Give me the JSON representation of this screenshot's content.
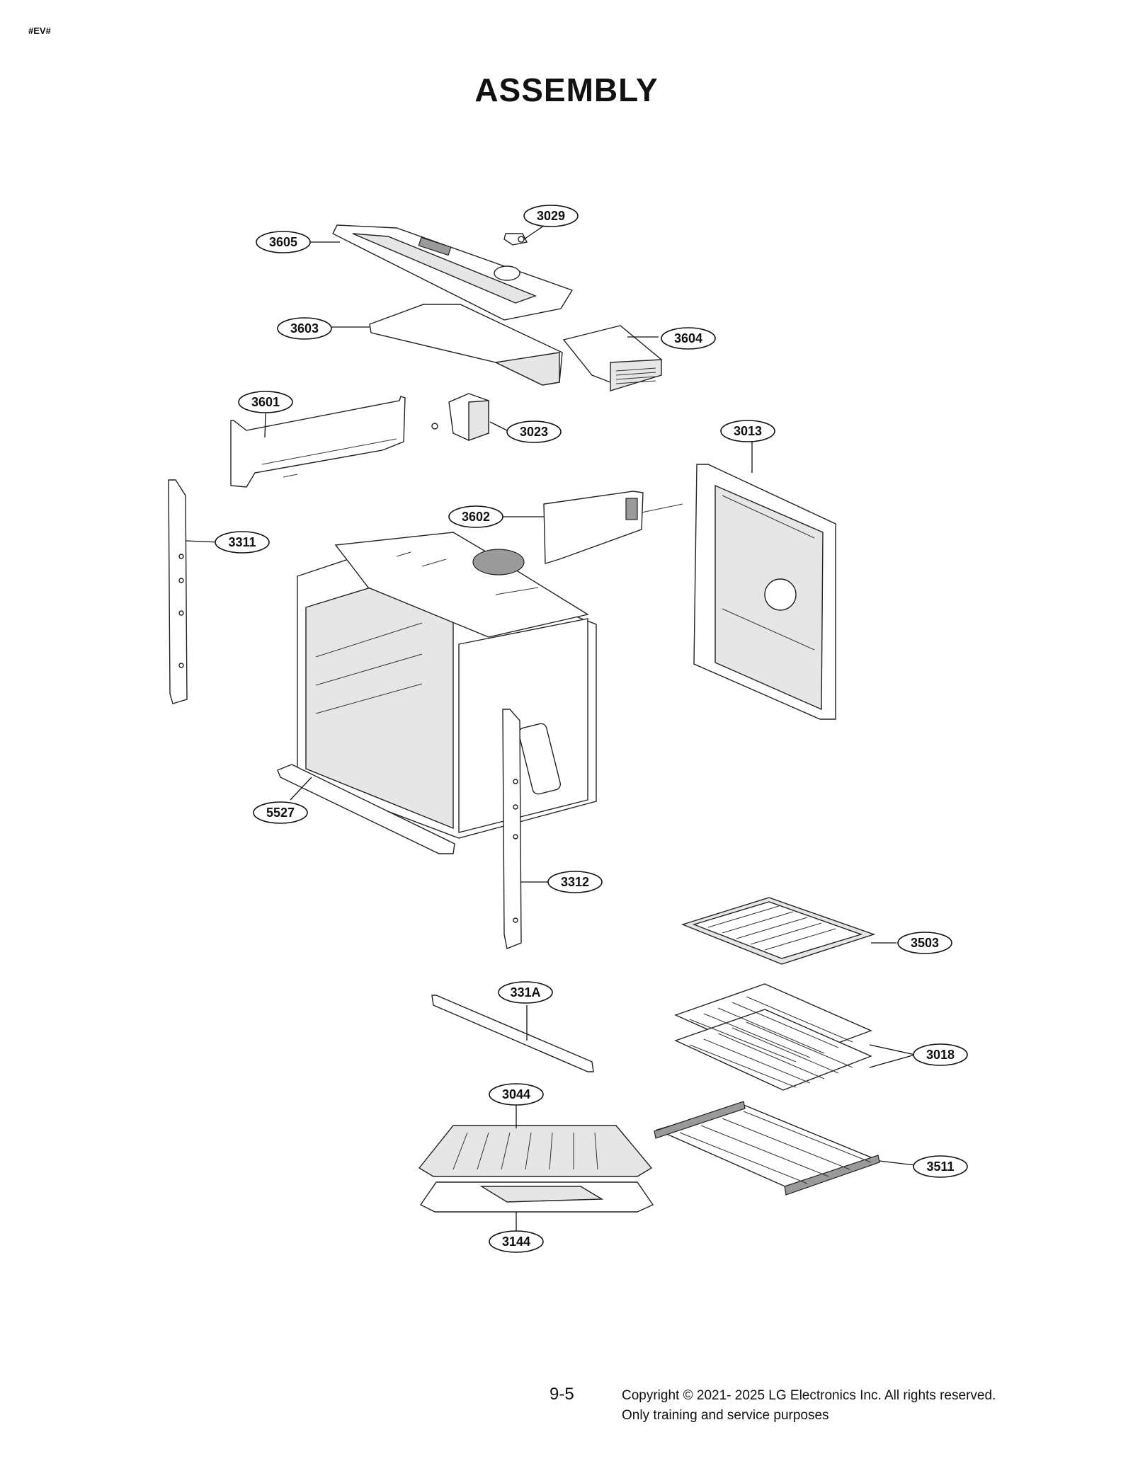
{
  "corner_mark": "#EV#",
  "title": "ASSEMBLY",
  "callouts": {
    "c3605": "3605",
    "c3029": "3029",
    "c3603": "3603",
    "c3604": "3604",
    "c3601": "3601",
    "c3023": "3023",
    "c3013": "3013",
    "c3602": "3602",
    "c3311": "3311",
    "c5527": "5527",
    "c3312": "3312",
    "c3503": "3503",
    "c331A": "331A",
    "c3018": "3018",
    "c3044": "3044",
    "c3511": "3511",
    "c3144": "3144"
  },
  "footer": {
    "page_number": "9-5",
    "copyright_line1": "Copyright © 2021- 2025 LG Electronics Inc. All rights reserved.",
    "copyright_line2": "Only training and service purposes"
  }
}
